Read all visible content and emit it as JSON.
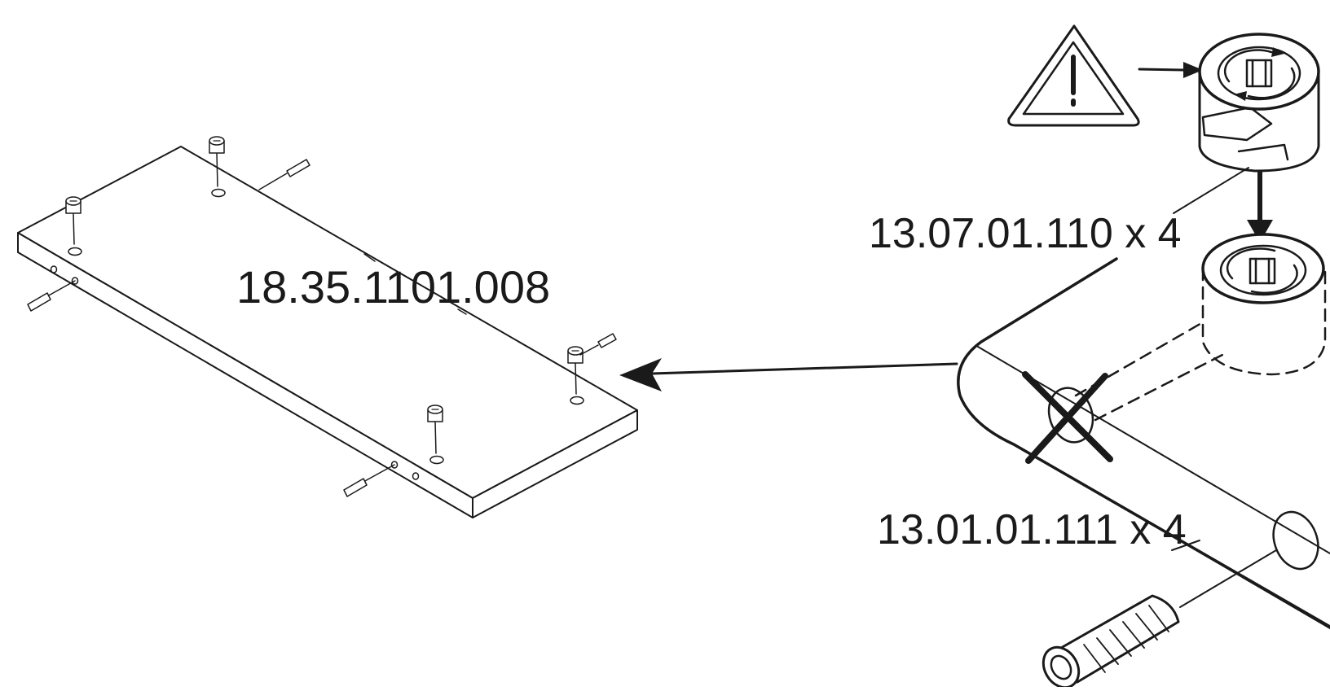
{
  "labels": {
    "panel_part": "18.35.1101.008",
    "cam_lock_part": "13.07.01.110 x 4",
    "dowel_part": "13.01.01.111 x 4"
  },
  "icons": {
    "warning": "warning-triangle-icon",
    "cam_lock": "cam-lock-icon",
    "dowel": "wooden-dowel-icon",
    "wrong_mark": "cross-mark-icon"
  },
  "colors": {
    "line": "#1a1a1a",
    "background": "#ffffff"
  }
}
